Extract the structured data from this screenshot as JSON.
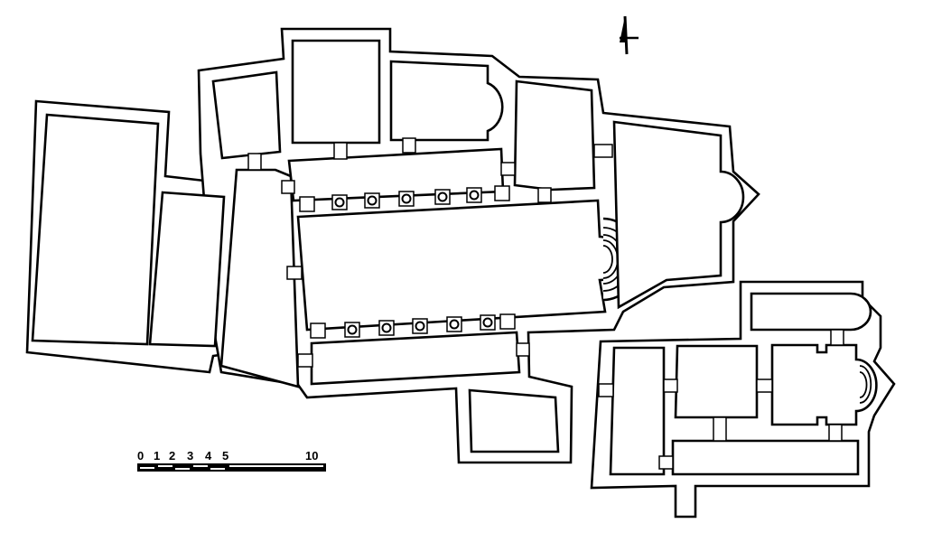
{
  "plan": {
    "colors": {
      "ink": "#000000",
      "paper": "#ffffff"
    },
    "north_arrow": {
      "icon": "north-arrow-icon"
    },
    "scale_bar": {
      "labels": [
        "0",
        "1",
        "2",
        "3",
        "4",
        "5",
        "10"
      ]
    }
  }
}
